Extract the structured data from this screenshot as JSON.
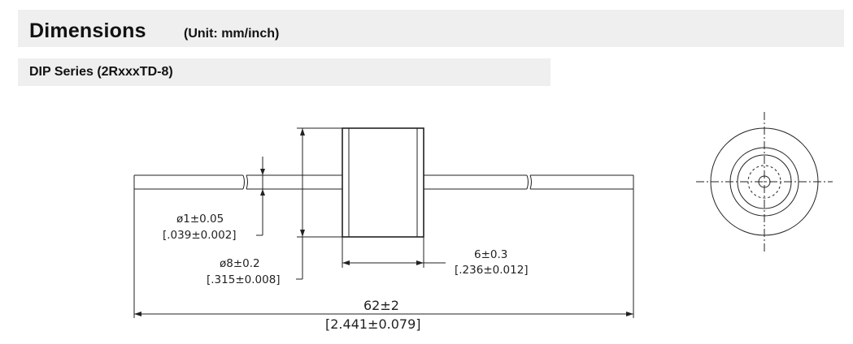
{
  "header": {
    "title": "Dimensions",
    "unit": "(Unit: mm/inch)"
  },
  "section": {
    "subtitle": "DIP Series (2RxxxTD-8)"
  },
  "dimensions": {
    "lead_diameter": "ø1±0.05",
    "lead_diameter_inch": "[.039±0.002]",
    "body_diameter": "ø8±0.2",
    "body_diameter_inch": "[.315±0.008]",
    "body_length": "6±0.3",
    "body_length_inch": "[.236±0.012]",
    "overall_length": "62±2",
    "overall_length_inch": "[2.441±0.079]"
  }
}
